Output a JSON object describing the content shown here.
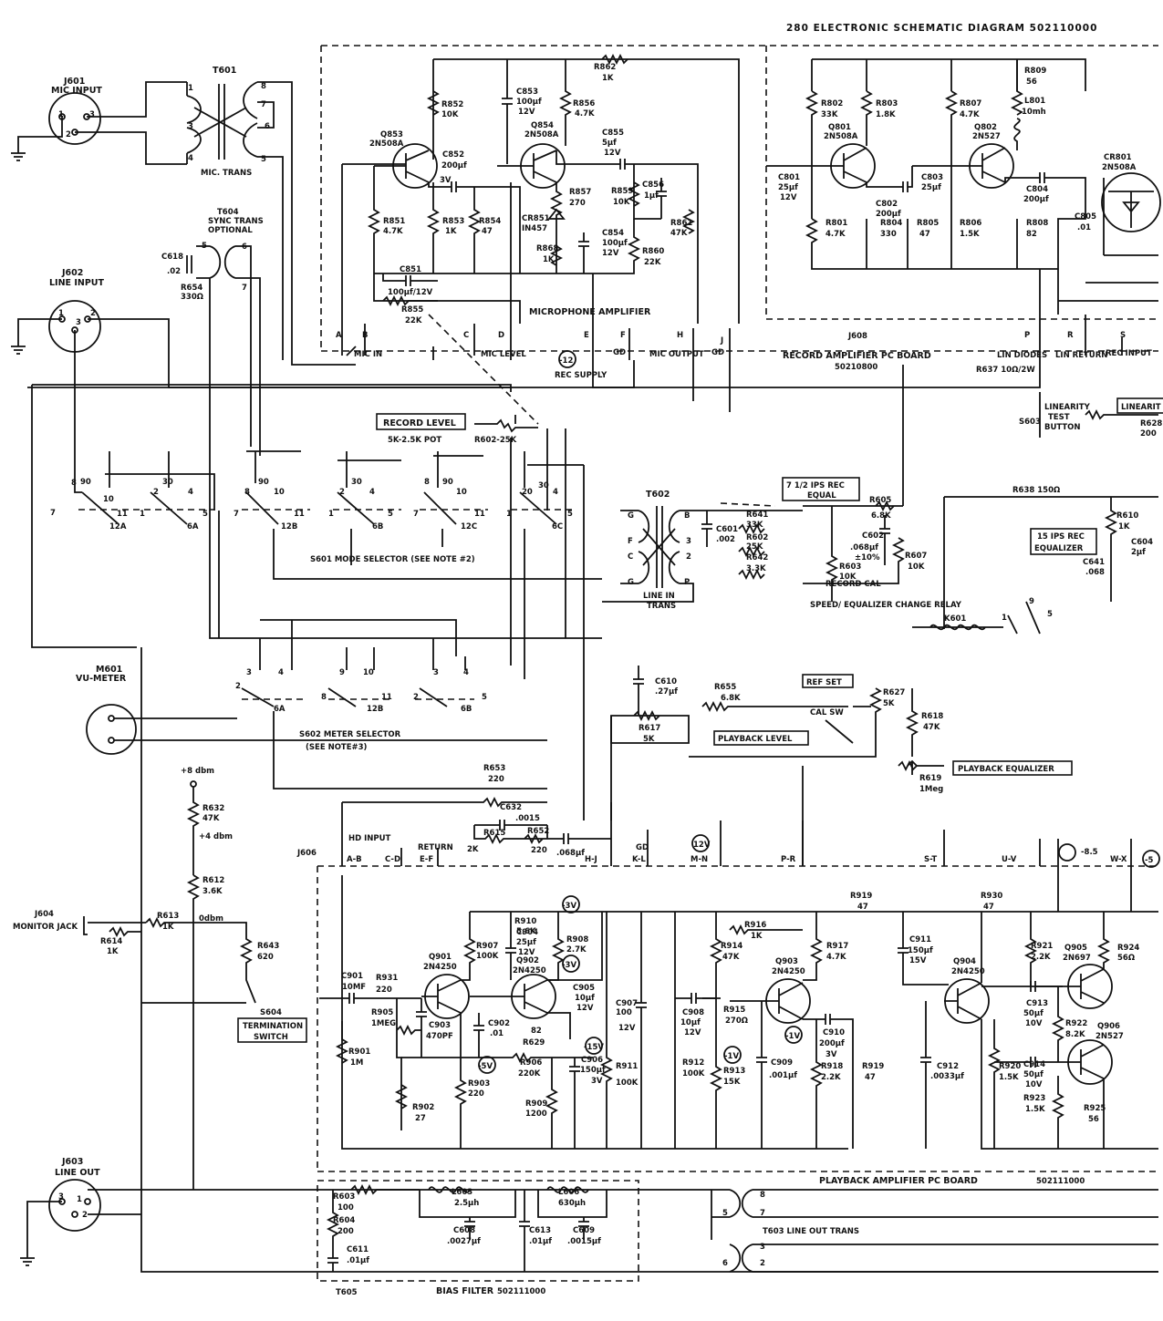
{
  "header": {
    "title": "280 ELECTRONIC SCHEMATIC DIAGRAM 502110000"
  },
  "boards": {
    "record_amp": "RECORD AMPLIFIER PC BOARD",
    "record_amp_no": "50210800",
    "playback_amp": "PLAYBACK AMPLIFIER PC BOARD",
    "playback_amp_no": "502111000",
    "bias_filter": "BIAS FILTER",
    "bias_filter_no": "502111000",
    "mic_amp": "MICROPHONE AMPLIFIER"
  },
  "jacks": {
    "j601": "J601",
    "j601_desc": "MIC INPUT",
    "j602": "J602",
    "j602_desc": "LINE INPUT",
    "j603": "J603",
    "j603_desc": "LINE OUT",
    "j604": "J604",
    "j604_desc": "MONITOR JACK",
    "j606": "J606",
    "j608": "J608"
  },
  "transformers": {
    "t601": "T601",
    "t601_desc": "MIC. TRANS",
    "t604": "T604",
    "t604_desc1": "SYNC TRANS",
    "t604_desc2": "OPTIONAL",
    "t602": "T602",
    "t602_desc1": "LINE IN",
    "t602_desc2": "TRANS",
    "t603_desc": "T603 LINE OUT TRANS",
    "t605": "T605"
  },
  "boxed_labels": {
    "record_level": "RECORD LEVEL",
    "rec_equal_1": "7 1/2 IPS REC",
    "rec_equal_2": "EQUAL",
    "rec_equal15_1": "15 IPS REC",
    "rec_equal15_2": "EQUALIZER",
    "ref_set": "REF SET",
    "playback_level": "PLAYBACK LEVEL",
    "playback_equalizer": "PLAYBACK EQUALIZER",
    "termination_1": "TERMINATION",
    "termination_2": "SWITCH",
    "linearity": "LINEARIT"
  },
  "switches": {
    "s601": "S601 MODE SELECTOR (SEE NOTE #2)",
    "s602": "S602 METER SELECTOR",
    "s602_note": "(SEE NOTE#3)",
    "s603": "S603",
    "s604": "S604",
    "cal_sw": "CAL SW",
    "relay": "SPEED/ EQUALIZER CHANGE RELAY",
    "k601": "K601",
    "linearity_test_1": "LINEARITY",
    "linearity_test_2": "TEST",
    "linearity_test_3": "BUTTON"
  },
  "connectors": {
    "mic_in": "MIC IN",
    "mic_level": "MIC LEVEL",
    "gd": "GD",
    "mic_output": "MIC OUTPUT",
    "rec_supply": "REC SUPPLY",
    "lin_diodes": "LIN DIODES",
    "lin_return": "LIN RETURN",
    "rec_input": "REC INPUT",
    "hd_input": "HD INPUT",
    "return": "RETURN",
    "pins_top": [
      "A",
      "B",
      "C",
      "D",
      "E",
      "F",
      "H",
      "J",
      "P",
      "R",
      "S"
    ],
    "pins_bottom": [
      "A-B",
      "C-D",
      "E-F",
      "H-J",
      "K-L",
      "M-N",
      "P-R",
      "S-T",
      "U-V",
      "W-X"
    ]
  },
  "meter": {
    "id": "M601",
    "label": "VU-METER"
  },
  "levels": {
    "plus8": "+8 dbm",
    "plus4": "+4 dbm",
    "zero": "0dbm"
  },
  "supplies": {
    "v12": "12V",
    "m12": "-12",
    "m3": "-3V",
    "m15": "-15V",
    "m5": "-5V",
    "m1": "-1V",
    "m85": "-8.5",
    "m5b": "-5"
  },
  "transistors": [
    {
      "ref": "Q853",
      "type": "2N508A"
    },
    {
      "ref": "Q854",
      "type": "2N508A"
    },
    {
      "ref": "Q801",
      "type": "2N508A"
    },
    {
      "ref": "Q802",
      "type": "2N527"
    },
    {
      "ref": "CR801",
      "type": "2N508A"
    },
    {
      "ref": "Q901",
      "type": "2N4250"
    },
    {
      "ref": "Q902",
      "type": "2N4250"
    },
    {
      "ref": "Q903",
      "type": "2N4250"
    },
    {
      "ref": "Q904",
      "type": "2N4250"
    },
    {
      "ref": "Q905",
      "type": "2N697"
    },
    {
      "ref": "Q906",
      "type": "2N527"
    }
  ],
  "components": {
    "r852": "R852",
    "r852v": "10K",
    "c853": "C853",
    "c853v": "100µf",
    "c853v2": "12V",
    "r862": "R862",
    "r862v": "1K",
    "r856": "R856",
    "r856v": "4.7K",
    "c852": "C852",
    "c852v": "200µf",
    "c852v2": "3V",
    "c855": "C855",
    "c855v": "5µf",
    "c855v2": "12V",
    "r857": "R857",
    "r857v": "270",
    "c856": "C856",
    "c856v": "1µf",
    "r859": "R859",
    "r859v": "10K",
    "r851": "R851",
    "r851v": "4.7K",
    "r853": "R853",
    "r853v": "1K",
    "r854": "R854",
    "r854v": "47",
    "cr851": "CR851",
    "cr851v": "IN457",
    "r868": "R868",
    "r868v": "1K",
    "c854": "C854",
    "c854v": "100µf",
    "c854v2": "12V",
    "r861": "R861",
    "r861v": "47K",
    "r860": "R860",
    "r860v": "22K",
    "c851": "C851",
    "c851v": "100µf/12V",
    "r855": "R855",
    "r855v": "22K",
    "c618": "C618",
    "c618v": ".02",
    "r654": "R654",
    "r654v": "330Ω",
    "r802": "R802",
    "r802v": "33K",
    "r803": "R803",
    "r803v": "1.8K",
    "r807": "R807",
    "r807v": "4.7K",
    "r809": "R809",
    "r809v": "56",
    "l801": "L801",
    "l801v": "10mh",
    "c801": "C801",
    "c801v": "25µf",
    "c801v2": "12V",
    "c803": "C803",
    "c803v": "25µf",
    "c802": "C802",
    "c802v": "200µf",
    "c804": "C804",
    "c804v": "200µf",
    "c805": "C805",
    "c805v": ".01",
    "r801": "R801",
    "r801v": "4.7K",
    "r804": "R804",
    "r804v": "330",
    "r805": "R805",
    "r805v": "47",
    "r806": "R806",
    "r806v": "1.5K",
    "r808": "R808",
    "r808v": "82",
    "r637": "R637 10Ω/2W",
    "r628": "R628",
    "r628v": "200",
    "r602": "R602-25K",
    "pot": "5K-2.5K POT",
    "c601": "C601",
    "c601v": ".002",
    "r641": "R641",
    "r641v": "33K",
    "r602b": "R602",
    "r602bv": "25K",
    "r642": "R642",
    "r642v": "3.3K",
    "r605": "R605",
    "r605v": "6.8K",
    "c602": "C602",
    "c602v": ".068µf",
    "c602v2": "±10%",
    "r603": "R603",
    "r603v": "10K",
    "rec_cal": "RECORD CAL",
    "r607": "R607",
    "r607v": "10K",
    "r638": "R638 150Ω",
    "r610": "R610",
    "r610v": "1K",
    "c641": "C641",
    "c641v": ".068",
    "c604": "C604",
    "c604v": "2µf",
    "c610": "C610",
    "c610v": ".27µf",
    "r655": "R655",
    "r655v": "6.8K",
    "r617": "R617",
    "r617v": "5K",
    "r627": "R627",
    "r627v": "5K",
    "r618": "R618",
    "r618v": "47K",
    "r619": "R619",
    "r619v": "1Meg",
    "r653": "R653",
    "r653v": "220",
    "c632": "C632",
    "c632v": ".0015",
    "r615": "R615",
    "r615v": "2K",
    "r652": "R652",
    "r652v": "220",
    "c_068": ".068µf",
    "r632": "R632",
    "r632v": "47K",
    "r612": "R612",
    "r612v": "3.6K",
    "r613": "R613",
    "r613v": "1K",
    "r614": "R614",
    "r614v": "1K",
    "r643": "R643",
    "r643v": "620",
    "c901": "C901",
    "c901v": "10MF",
    "r931": "R931",
    "r931v": "220",
    "r905": "R905",
    "r905v": "1MEG",
    "c903": "C903",
    "c903v": "470PF",
    "r901": "R901",
    "r901v": "1M",
    "r902": "R902",
    "r902v": "27",
    "r910": "R910",
    "r910v": "5.6K",
    "r907": "R907",
    "r907v": "100K",
    "c904": "C904",
    "c904v": "25µf",
    "c904v2": "12V",
    "r908": "R908",
    "r908v": "2.7K",
    "c905": "C905",
    "c905v": "10µf",
    "c905v2": "12V",
    "c902": "C902",
    "c902v": ".01",
    "r629": "R629",
    "r629v": "82",
    "r906": "R906",
    "r906v": "220K",
    "r903": "R903",
    "r903v": "220",
    "r909": "R909",
    "r909v": "1200",
    "c906": "C906",
    "c906v": "150µf",
    "c906v2": "3V",
    "r911": "R911",
    "r911v": "100K",
    "c907": "C907",
    "c907v": "100",
    "c907v2": "12V",
    "r916": "R916",
    "r916v": "1K",
    "r914": "R914",
    "r914v": "47K",
    "r917": "R917",
    "r917v": "4.7K",
    "c908": "C908",
    "c908v": "10µf",
    "c908v2": "12V",
    "r915": "R915",
    "r915v": "270Ω",
    "r912": "R912",
    "r912v": "100K",
    "r913": "R913",
    "r913v": "15K",
    "c909": "C909",
    "c909v": ".001µf",
    "c910": "C910",
    "c910v": "200µf",
    "c910v2": "3V",
    "r918": "R918",
    "r918v": "2.2K",
    "r919": "R919",
    "r919v": "47",
    "r919b": "R919",
    "r919bv": "47",
    "c911": "C911",
    "c911v": "150µf",
    "c911v2": "15V",
    "r930": "R930",
    "r930v": "47",
    "c912": "C912",
    "c912v": ".0033µf",
    "r921": "R921",
    "r921v": "2.2K",
    "r924": "R924",
    "r924v": "56Ω",
    "c913": "C913",
    "c913v": "50µf",
    "c913v2": "10V",
    "r922": "R922",
    "r922v": "8.2K",
    "r920": "R920",
    "r920v": "1.5K",
    "c914": "C914",
    "c914v": "50µf",
    "c914v2": "10V",
    "r923": "R923",
    "r923v": "1.5K",
    "r925": "R925",
    "r925v": "56",
    "r603b": "R603",
    "r603bv": "100",
    "r604": "R604",
    "r604v": "200",
    "c611": "C611",
    "c611v": ".01µf",
    "l603": "L603",
    "l603v": "2.5µh",
    "c608": "C608",
    "c608v": ".0027µf",
    "c613": "C613",
    "c613v": ".01µf",
    "l606": "L606",
    "l606v": "630µh",
    "c609": "C609",
    "c609v": ".0015µf"
  }
}
